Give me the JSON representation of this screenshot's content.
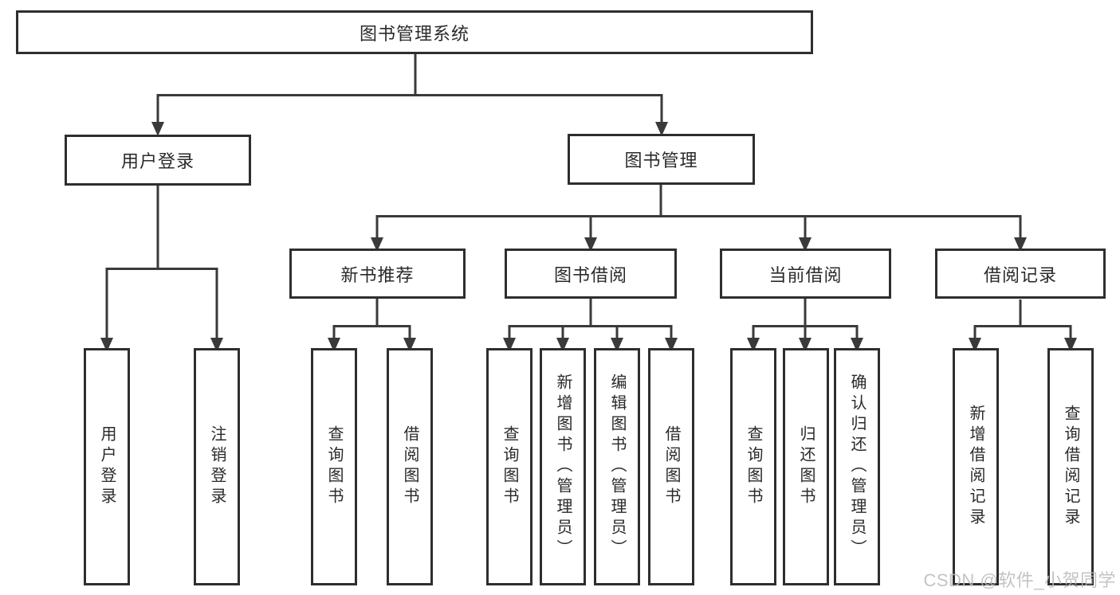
{
  "colors": {
    "line": "#3a3a3a",
    "box_border": "#2e2e2e",
    "text": "#2a2a2a",
    "watermark": "#b9b9b9",
    "background": "#ffffff"
  },
  "watermark": {
    "text": "CSDN @软件_小贺同学"
  },
  "tree": {
    "label": "图书管理系统",
    "children": [
      {
        "label": "用户登录",
        "children": [
          {
            "label": "用户登录"
          },
          {
            "label": "注销登录"
          }
        ]
      },
      {
        "label": "图书管理",
        "children": [
          {
            "label": "新书推荐",
            "children": [
              {
                "label": "查询图书"
              },
              {
                "label": "借阅图书"
              }
            ]
          },
          {
            "label": "图书借阅",
            "children": [
              {
                "label": "查询图书"
              },
              {
                "label": "新增图书（管理员）"
              },
              {
                "label": "编辑图书（管理员）"
              },
              {
                "label": "借阅图书"
              }
            ]
          },
          {
            "label": "当前借阅",
            "children": [
              {
                "label": "查询图书"
              },
              {
                "label": "归还图书"
              },
              {
                "label": "确认归还（管理员）"
              }
            ]
          },
          {
            "label": "借阅记录",
            "children": [
              {
                "label": "新增借阅记录"
              },
              {
                "label": "查询借阅记录"
              }
            ]
          }
        ]
      }
    ]
  }
}
